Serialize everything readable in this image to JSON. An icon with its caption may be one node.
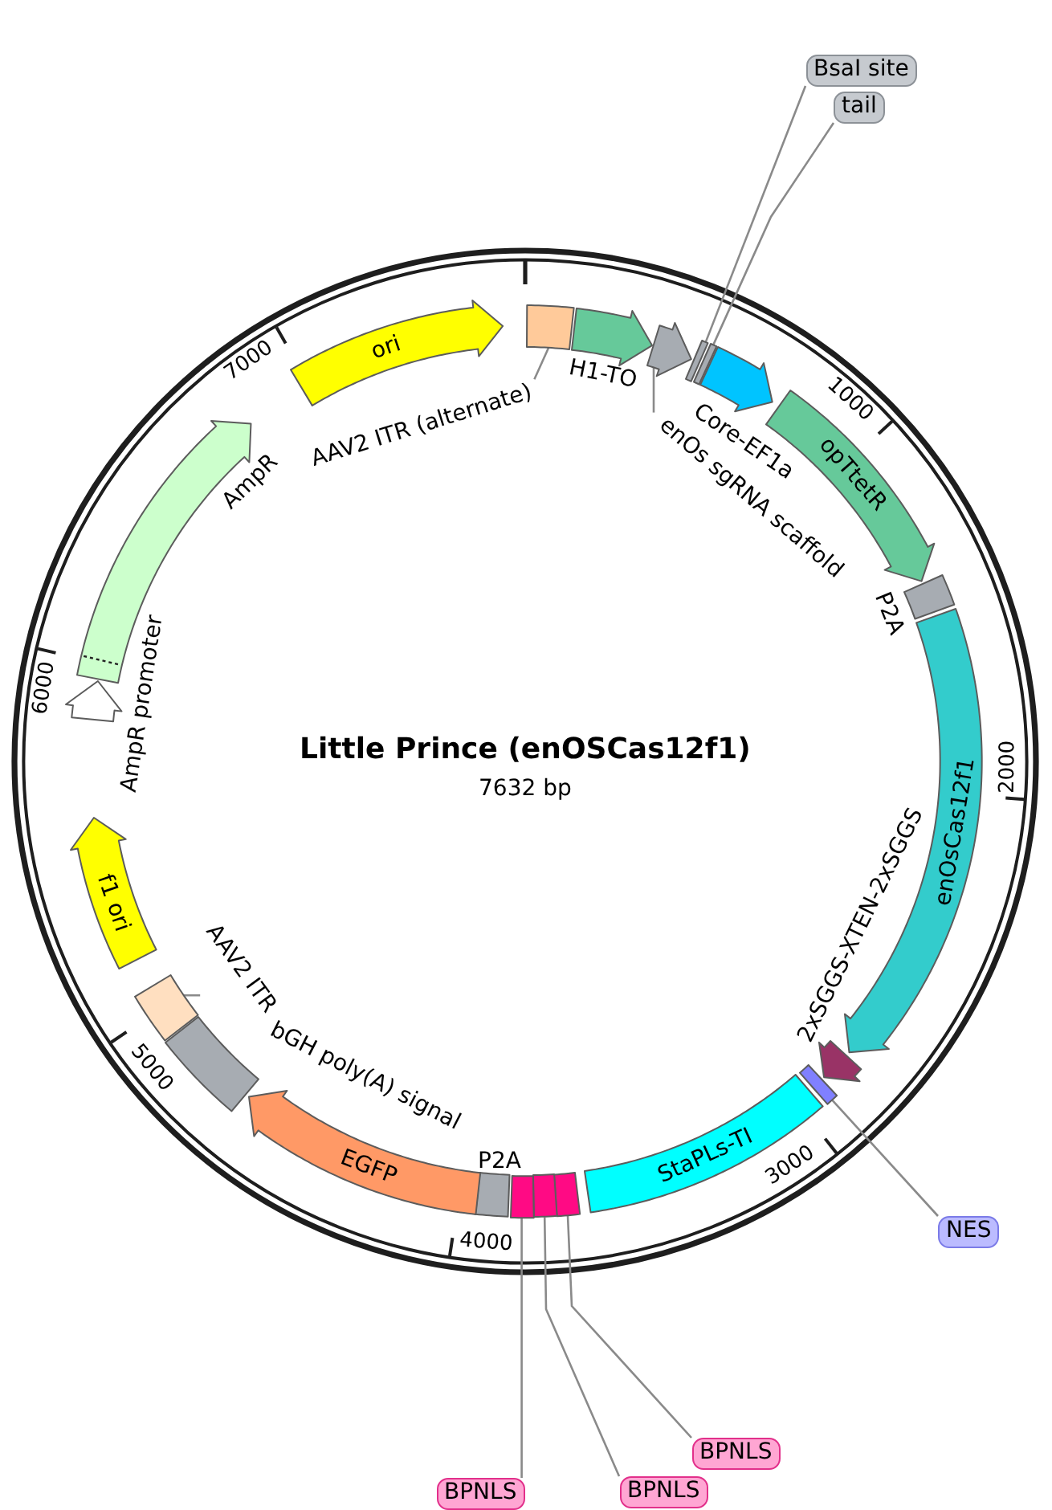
{
  "diagram": {
    "title": "Little Prince (enOSCas12f1)",
    "nodes": [
      {
        "text": [
          "ori"
        ]
      },
      {
        "text": [
          "AAV2 ITR (alternate)"
        ]
      },
      {
        "text": [],
        "shape": "box"
      },
      {
        "text": [],
        "shape": "arrow",
        "beside": [
          "H1-TO"
        ]
      },
      {
        "text": [
          "enOs sgRNA scaffold"
        ]
      },
      {
        "text": [],
        "shape": "arrow"
      },
      {
        "text": [
          "BsaI site"
        ]
      },
      {
        "text": [],
        "shape": "bar"
      },
      {
        "text": [
          "tail"
        ]
      },
      {
        "text": [],
        "shape": "bar"
      },
      {
        "text": [],
        "shape": "arrow",
        "beside": [
          "Core-EF1a"
        ]
      },
      {
        "text": [
          "opTtetR"
        ]
      },
      {
        "text": [],
        "shape": "box",
        "beside": [
          "P2A"
        ]
      },
      {
        "text": [
          "enOsCas12f1"
        ]
      },
      {
        "text": [],
        "shape": "arrow"
      },
      {
        "text": [
          "NES"
        ]
      },
      {
        "text": [],
        "shape": "bar"
      },
      {
        "text": [
          "StaPLs-TI"
        ]
      },
      {
        "text": [],
        "shape": "box"
      },
      {
        "text": [],
        "shape": "box"
      },
      {
        "text": [],
        "shape": "box"
      },
      {
        "text": [
          "BPNLS"
        ]
      },
      {
        "text": [
          "BPNLS"
        ]
      },
      {
        "text": [
          "BPNLS"
        ]
      },
      {
        "text": [],
        "shape": "box",
        "beside": [
          "P2A"
        ]
      },
      {
        "text": [
          "EGFP"
        ]
      },
      {
        "text": [],
        "shape": "box",
        "beside": [
          "bGH poly(A) signal"
        ]
      },
      {
        "text": [
          "AAV2 ITR"
        ]
      },
      {
        "text": [],
        "shape": "box"
      },
      {
        "text": [
          "f1 ori"
        ]
      },
      {
        "text": [],
        "shape": "arrow",
        "beside": [
          "AmpR promoter"
        ]
      },
      {
        "text": [],
        "shape": "arrow",
        "beside": [
          "AmpR"
        ]
      }
    ],
    "edges": [
      {
        "from": 1,
        "to": 2,
        "arrow": "none"
      },
      {
        "from": 4,
        "to": 5,
        "arrow": "none"
      },
      {
        "from": 6,
        "to": 7,
        "arrow": "none"
      },
      {
        "from": 8,
        "to": 9,
        "arrow": "none"
      },
      {
        "from": 15,
        "to": 16,
        "arrow": "none"
      },
      {
        "from": 21,
        "to": 18,
        "arrow": "none"
      },
      {
        "from": 22,
        "to": 19,
        "arrow": "none"
      },
      {
        "from": 23,
        "to": 20,
        "arrow": "none"
      },
      {
        "from": 27,
        "to": 28,
        "arrow": "none"
      }
    ],
    "labels": [
      "1000",
      "2000",
      "3000",
      "4000",
      "5000",
      "6000",
      "7000",
      "2xSGGS-XTEN-2xSGGS",
      "7632 bp"
    ]
  }
}
